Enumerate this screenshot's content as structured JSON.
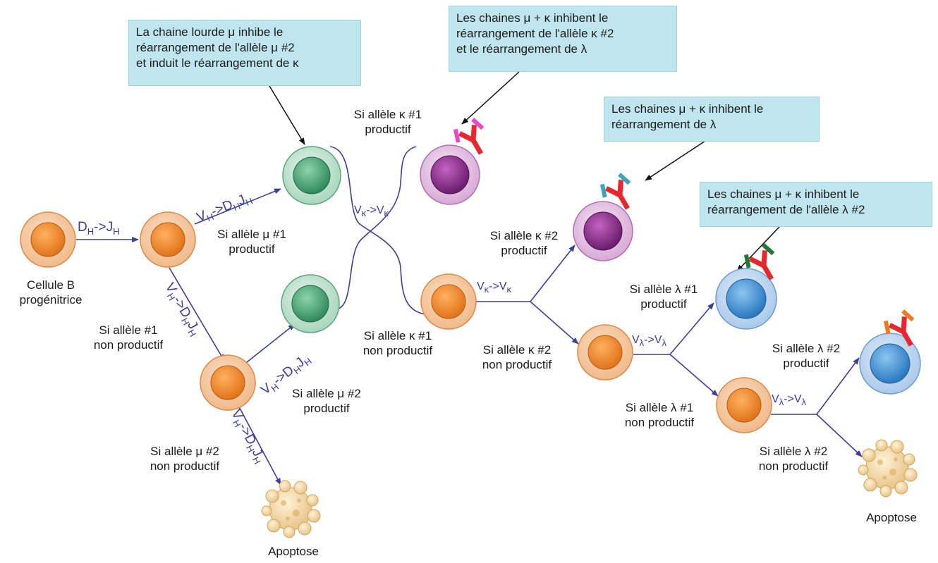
{
  "callouts": {
    "c1": [
      "La chaine lourde μ inhibe le",
      "réarrangement de l'allèle μ #2",
      "et induit le réarrangement de κ"
    ],
    "c2": [
      "Les chaines μ + κ inhibent le",
      "réarrangement de l'allèle κ #2",
      "et le réarrangement de λ"
    ],
    "c3": [
      "Les chaines μ + κ inhibent le",
      "réarrangement de λ"
    ],
    "c4": [
      "Les chaines μ + κ inhibent le",
      "réarrangement de l'allèle λ  #2"
    ]
  },
  "labels": {
    "progenitor": [
      "Cellule B",
      "progénitrice"
    ],
    "mu1_prod": [
      "Si allèle μ #1",
      "productif"
    ],
    "mu1_nonprod": [
      "Si allèle #1",
      "non productif"
    ],
    "mu2_prod": [
      "Si allèle μ #2",
      "productif"
    ],
    "mu2_nonprod": [
      "Si allèle μ #2",
      "non productif"
    ],
    "k1_prod": [
      "Si allèle κ #1",
      "productif"
    ],
    "k1_nonprod": [
      "Si allèle κ #1",
      "non productif"
    ],
    "k2_prod": [
      "Si allèle κ #2",
      "productif"
    ],
    "k2_nonprod": [
      "Si allèle κ #2",
      "non productif"
    ],
    "l1_prod": [
      "Si allèle λ #1",
      "productif"
    ],
    "l1_nonprod": [
      "Si allèle λ #1",
      "non productif"
    ],
    "l2_prod": [
      "Si allèle λ #2",
      "productif"
    ],
    "l2_nonprod": [
      "Si allèle λ #2",
      "non productif"
    ],
    "apoptose": "Apoptose"
  },
  "genes": {
    "dh_jh": {
      "a": "D",
      "a_sub": "H",
      "arrow": "->",
      "b": "J",
      "b_sub": "H"
    },
    "vh_dhjh": {
      "a": "V",
      "a_sub": "H",
      "arrow": "->",
      "b": "D",
      "b_sub": "H",
      "c": "J",
      "c_sub": "H"
    },
    "vk_vk": {
      "a": "V",
      "a_sub": "κ",
      "arrow": "->",
      "b": "V",
      "b_sub": "κ"
    },
    "vl_vl": {
      "a": "V",
      "a_sub": "λ",
      "arrow": "->",
      "b": "V",
      "b_sub": "λ"
    }
  },
  "colors": {
    "arrow": "#3d3d9a",
    "orange_cell": "#f08c2a",
    "green_cell": "#4fa37a",
    "purple_cell": "#8a2d8c",
    "blue_cell": "#3b8fd6",
    "callout_bg": "#bfe6ee",
    "ab_red": "#e8262d",
    "ab_pink": "#e64ac8",
    "ab_teal": "#3aa6b8",
    "ab_green": "#1f7a3a",
    "ab_orange": "#f07a22"
  },
  "icons": [
    "b-cell-icon",
    "antibody-icon",
    "apoptotic-cell-icon"
  ]
}
